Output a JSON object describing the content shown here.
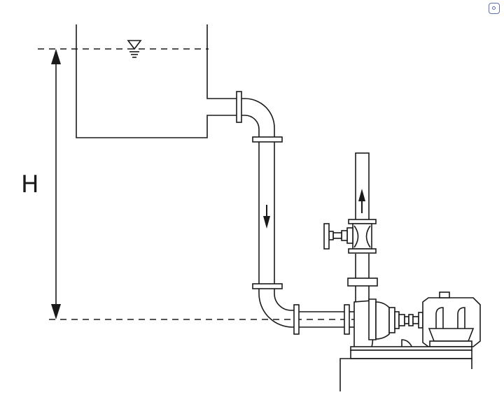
{
  "diagram": {
    "head_label": "H",
    "flow_direction_down_pipe": "down",
    "flow_direction_discharge": "up",
    "icons": [
      "water-level-symbol",
      "flow-arrow-down-icon",
      "flow-arrow-up-icon",
      "scan-icon"
    ]
  },
  "colors": {
    "line": "#1a1a1a",
    "background": "#ffffff",
    "scan_icon": "#5b6fb5"
  }
}
